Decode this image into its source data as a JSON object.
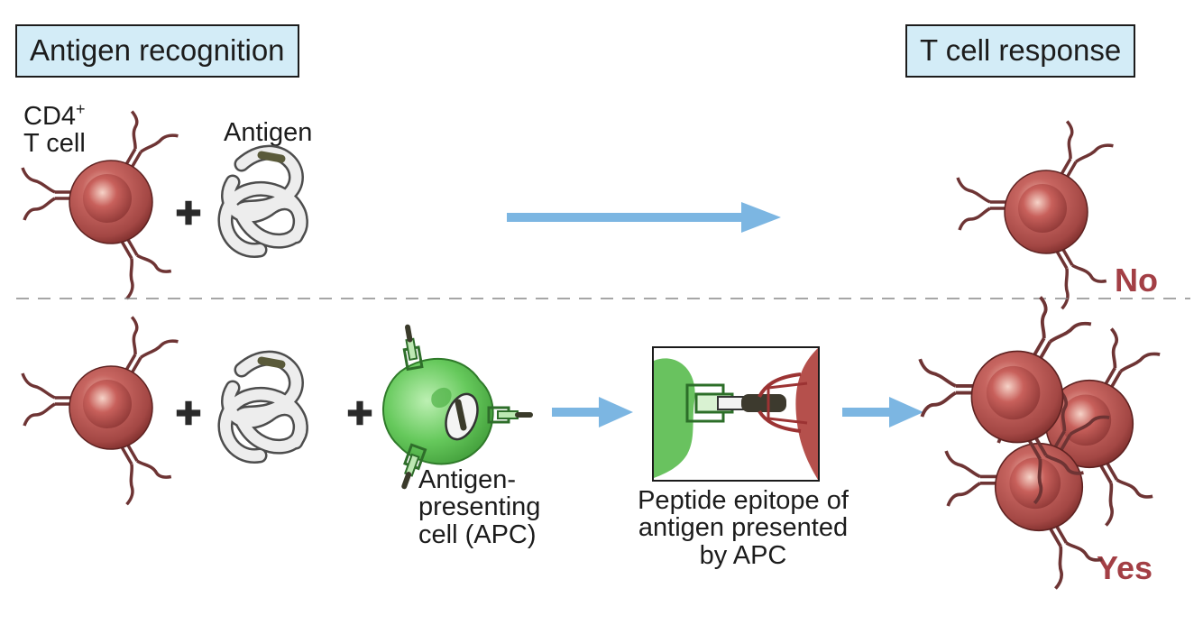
{
  "headers": {
    "left": "Antigen recognition",
    "right": "T cell response"
  },
  "labels": {
    "cd4_line1": "CD4",
    "cd4_sup": "+",
    "cd4_line2": "T cell",
    "antigen": "Antigen",
    "apc_line1": "Antigen-",
    "apc_line2": "presenting",
    "apc_line3": "cell (APC)",
    "epitope_line1": "Peptide epitope of",
    "epitope_line2": "antigen presented",
    "epitope_line3": "by APC"
  },
  "results": {
    "no": "No",
    "yes": "Yes"
  },
  "symbols": {
    "plus": "+"
  },
  "colors": {
    "tcell": "#b8524f",
    "tcell_dark": "#7a2c2a",
    "receptor": "#7a3c3c",
    "apc": "#66c95c",
    "arrow": "#7cb6e2",
    "header_bg": "#d3ecf7"
  }
}
